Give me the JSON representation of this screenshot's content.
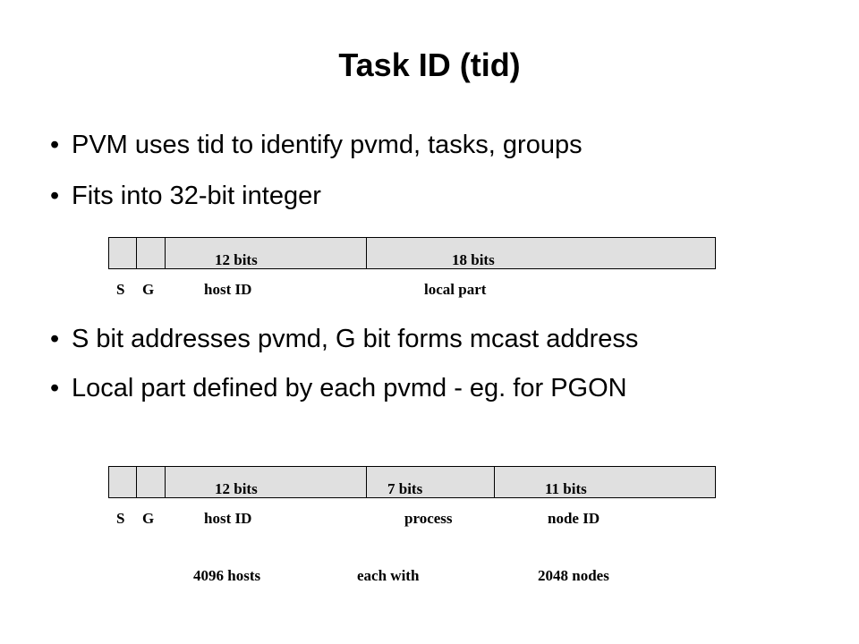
{
  "slide": {
    "title": "Task ID (tid)",
    "bullets": [
      "PVM uses tid to identify pvmd, tasks, groups",
      "Fits into 32-bit integer",
      "S bit addresses pvmd,  G bit forms mcast address",
      "Local part defined by each pvmd - eg. for PGON"
    ],
    "bullet_glyph": "•"
  },
  "diagram1": {
    "fields": [
      "S",
      "G",
      "host  ID",
      "local part"
    ],
    "widths": [
      "12 bits",
      "18 bits"
    ]
  },
  "diagram2": {
    "fields": [
      "S",
      "G",
      "host  ID",
      "process",
      "node ID"
    ],
    "widths": [
      "12 bits",
      "7 bits",
      "11 bits"
    ],
    "notes": [
      "4096 hosts",
      "each with",
      "2048 nodes"
    ]
  },
  "colors": {
    "field_fill": "#e0e0e0",
    "border": "#000000"
  }
}
